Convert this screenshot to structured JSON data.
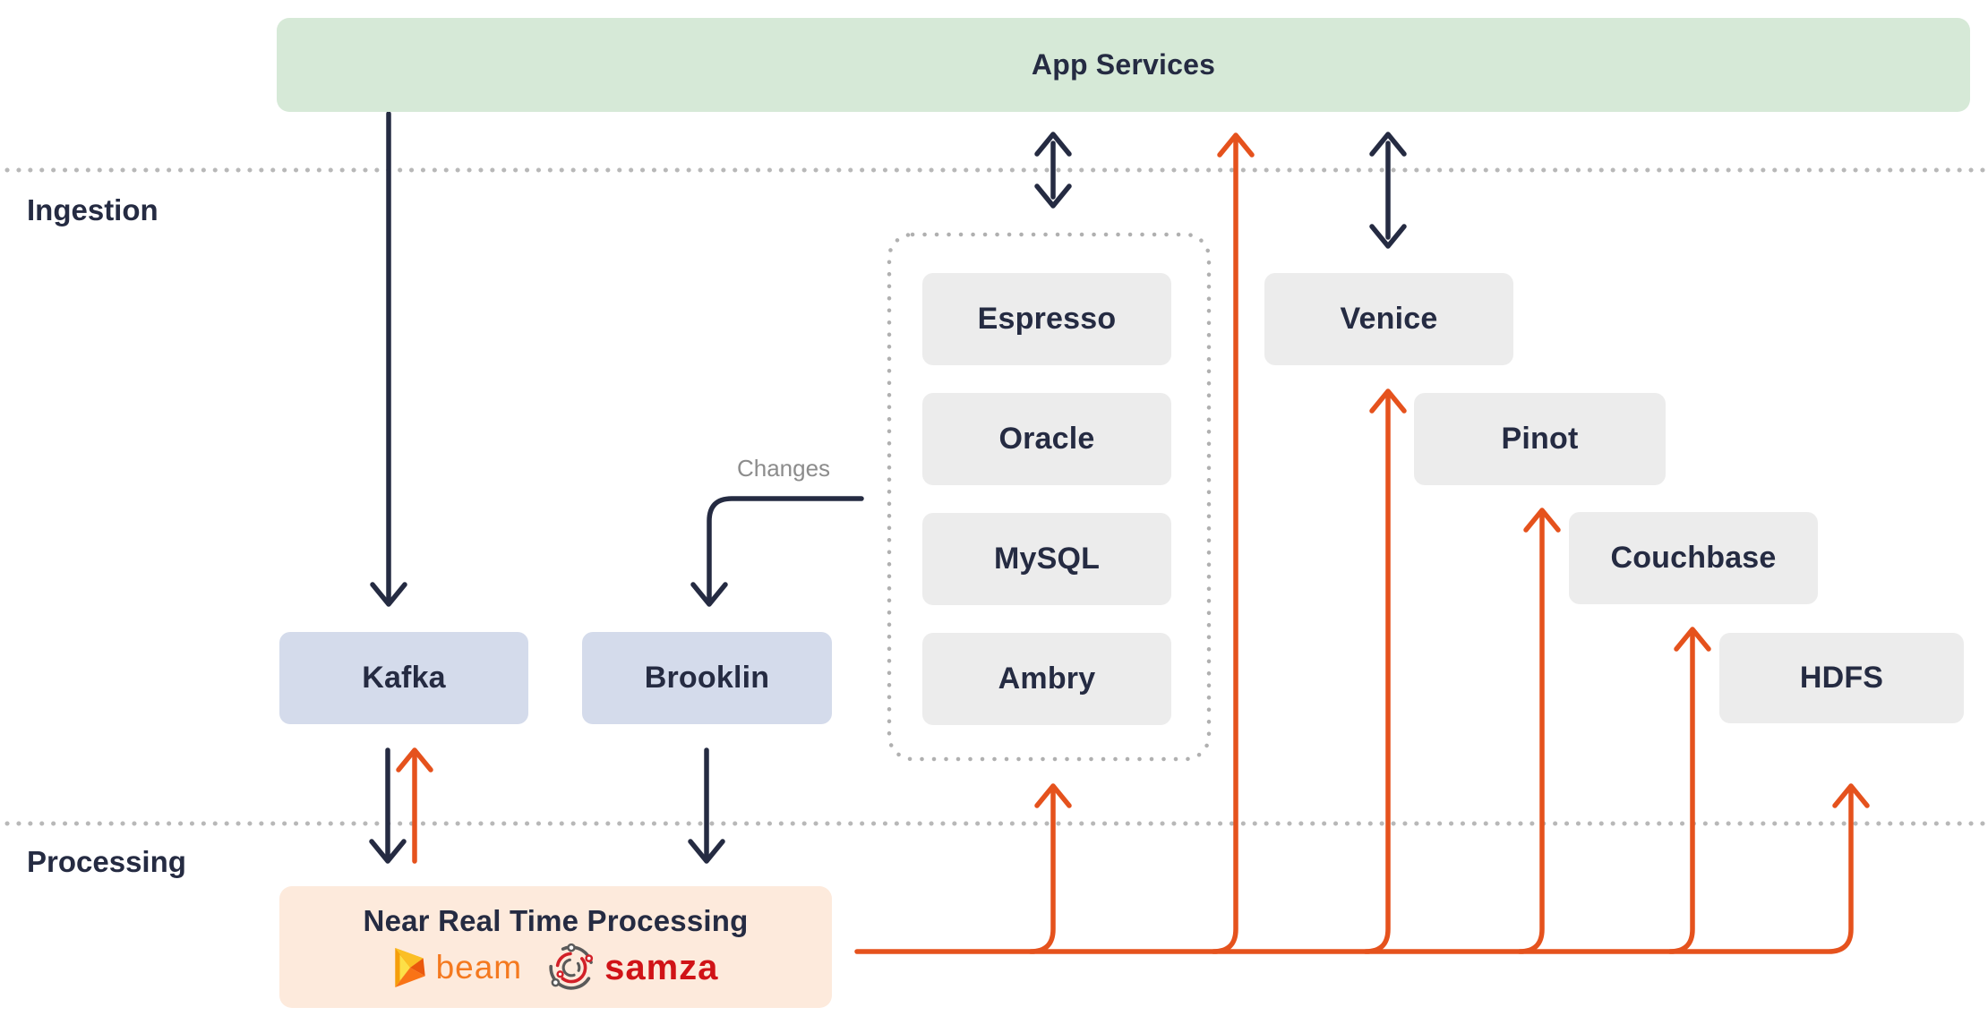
{
  "app_services": {
    "label": "App Services"
  },
  "lanes": {
    "ingestion_label": "Ingestion",
    "processing_label": "Processing"
  },
  "ingestion": {
    "kafka_label": "Kafka",
    "brooklin_label": "Brooklin",
    "changes_label": "Changes"
  },
  "sources": {
    "items": [
      {
        "label": "Espresso"
      },
      {
        "label": "Oracle"
      },
      {
        "label": "MySQL"
      },
      {
        "label": "Ambry"
      }
    ]
  },
  "stores": {
    "items": [
      {
        "label": "Venice"
      },
      {
        "label": "Pinot"
      },
      {
        "label": "Couchbase"
      },
      {
        "label": "HDFS"
      }
    ]
  },
  "processing": {
    "title": "Near Real Time Processing",
    "beam_label": "beam",
    "samza_label": "samza"
  },
  "icons": [
    "beam-logo-icon",
    "samza-logo-icon"
  ],
  "colors": {
    "app_services_green": "#d6e9d7",
    "queue_blue": "#d4dbeb",
    "store_gray": "#ececec",
    "processing_peach": "#fdeadc",
    "text_navy": "#252b42",
    "arrow_dark": "#252b42",
    "arrow_orange": "#e5521d",
    "divider_gray": "#b8b8b8",
    "container_border_gray": "#b0b0b0",
    "changes_gray": "#8c8c8c",
    "beam_orange": "#f4791f",
    "samza_red": "#d01317"
  }
}
